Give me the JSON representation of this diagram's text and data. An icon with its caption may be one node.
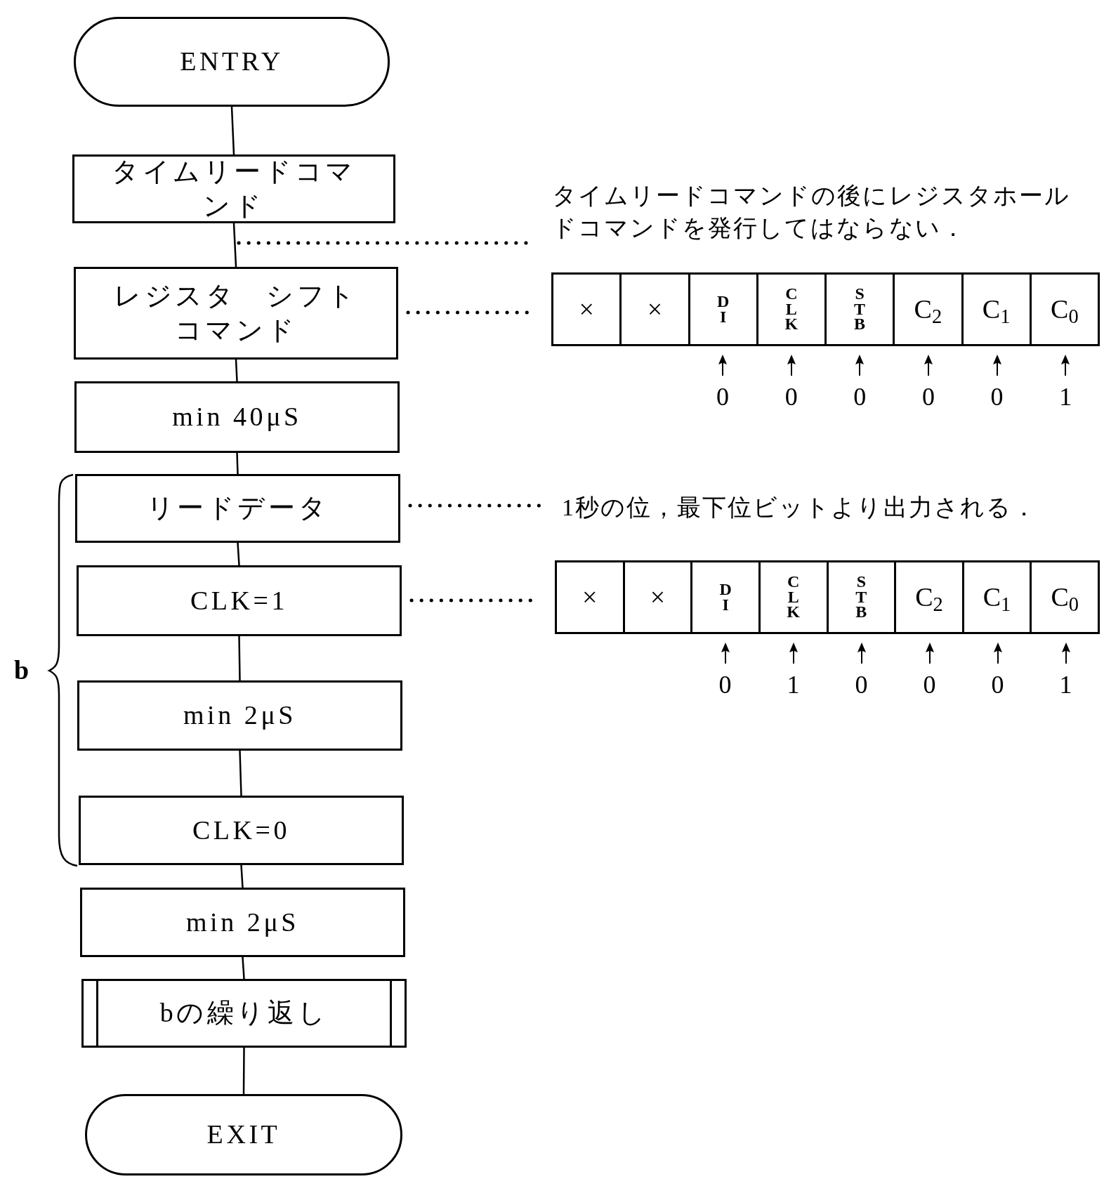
{
  "diagram": {
    "nodes": [
      {
        "text": [
          "ENTRY"
        ]
      },
      {
        "text": [
          "タイムリードコマンド"
        ]
      },
      {
        "text": [
          "レジスタ　シフトコマンド"
        ]
      },
      {
        "text": [
          "min 40μS"
        ]
      },
      {
        "text": [
          "リードデータ"
        ]
      },
      {
        "text": [
          "CLK=1"
        ]
      },
      {
        "text": [
          "min 2μS"
        ]
      },
      {
        "text": [
          "CLK=0"
        ]
      },
      {
        "text": [
          "min 2μS"
        ]
      },
      {
        "text": [
          "bの繰り返し"
        ]
      },
      {
        "text": [
          "EXIT"
        ]
      },
      {
        "text": [
          "タイムリードコマンドの後にレジスタホールドコマンドを発行してはならない．"
        ]
      },
      {
        "text": [
          "×",
          "×",
          "DI",
          "CLK",
          "STB",
          "C$_{2}$",
          "C$_{1}$",
          "C$_{0}$"
        ],
        "beside": [
          "0",
          "0",
          "0",
          "0",
          "0",
          "1"
        ]
      },
      {
        "text": [
          "1秒の位，最下位ビットより出力される．"
        ]
      },
      {
        "text": [
          "×",
          "×",
          "DI",
          "CLK",
          "STB",
          "C$_{2}$",
          "C$_{1}$",
          "C$_{0}$"
        ],
        "beside": [
          "0",
          "1",
          "0",
          "0",
          "0",
          "1"
        ]
      }
    ],
    "edges": [
      {
        "from": 0,
        "to": 1,
        "arrow": "none"
      },
      {
        "from": 1,
        "to": 2,
        "arrow": "none"
      },
      {
        "from": 2,
        "to": 3,
        "arrow": "none"
      },
      {
        "from": 3,
        "to": 4,
        "arrow": "none"
      },
      {
        "from": 4,
        "to": 5,
        "arrow": "none"
      },
      {
        "from": 5,
        "to": 6,
        "arrow": "none"
      },
      {
        "from": 6,
        "to": 7,
        "arrow": "none"
      },
      {
        "from": 7,
        "to": 8,
        "arrow": "none"
      },
      {
        "from": 8,
        "to": 9,
        "arrow": "none"
      },
      {
        "from": 9,
        "to": 10,
        "arrow": "none"
      },
      {
        "from": null,
        "to": 11,
        "arrow": "none",
        "style": "dashed"
      },
      {
        "from": 2,
        "to": 12,
        "arrow": "none",
        "style": "dashed"
      },
      {
        "from": 4,
        "to": 13,
        "arrow": "none",
        "style": "dashed"
      },
      {
        "from": 5,
        "to": 14,
        "arrow": "none",
        "style": "dashed"
      }
    ],
    "labels": [
      "b"
    ]
  }
}
